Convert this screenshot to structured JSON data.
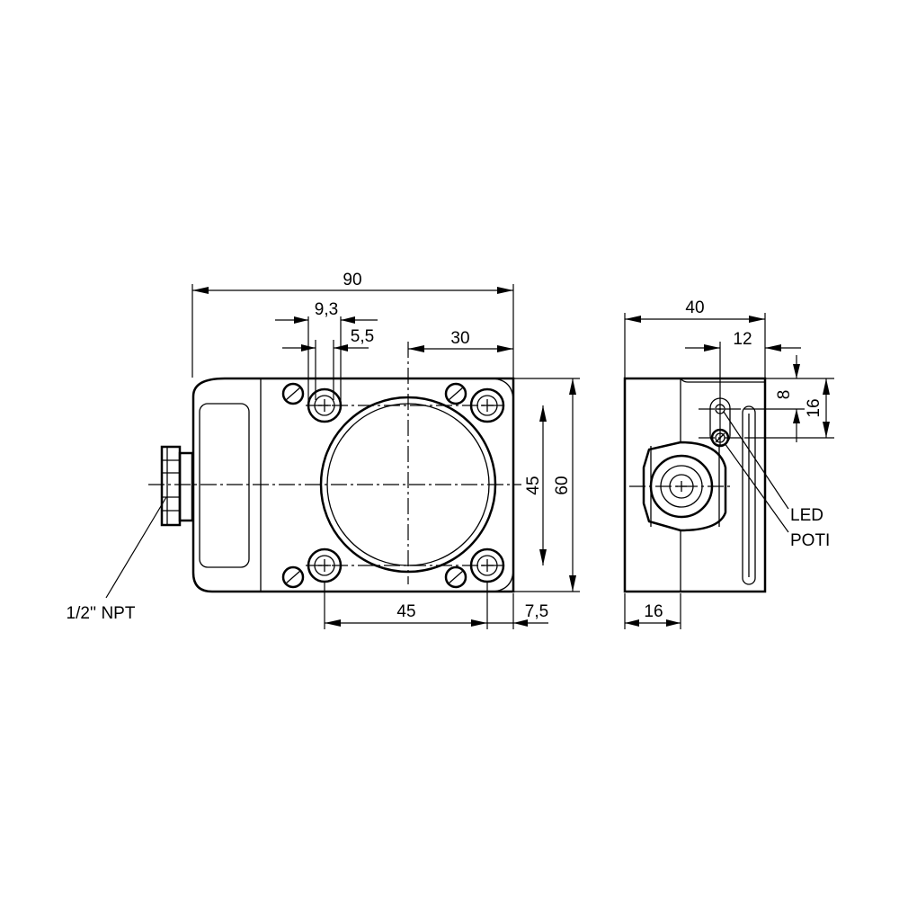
{
  "front_view": {
    "dim_width": "90",
    "dim_hole_offset": "9,3",
    "dim_hole_diameter": "5,5",
    "dim_center_offset": "30",
    "dim_hole_vertical": "45",
    "dim_height": "60",
    "dim_hole_horizontal": "45",
    "dim_edge_offset": "7,5",
    "label_thread": "1/2'' NPT"
  },
  "side_view": {
    "dim_depth": "40",
    "dim_led_offset": "12",
    "dim_led_height": "8",
    "dim_poti_height": "16",
    "dim_face_depth": "16",
    "label_led": "LED",
    "label_poti": "POTI"
  }
}
